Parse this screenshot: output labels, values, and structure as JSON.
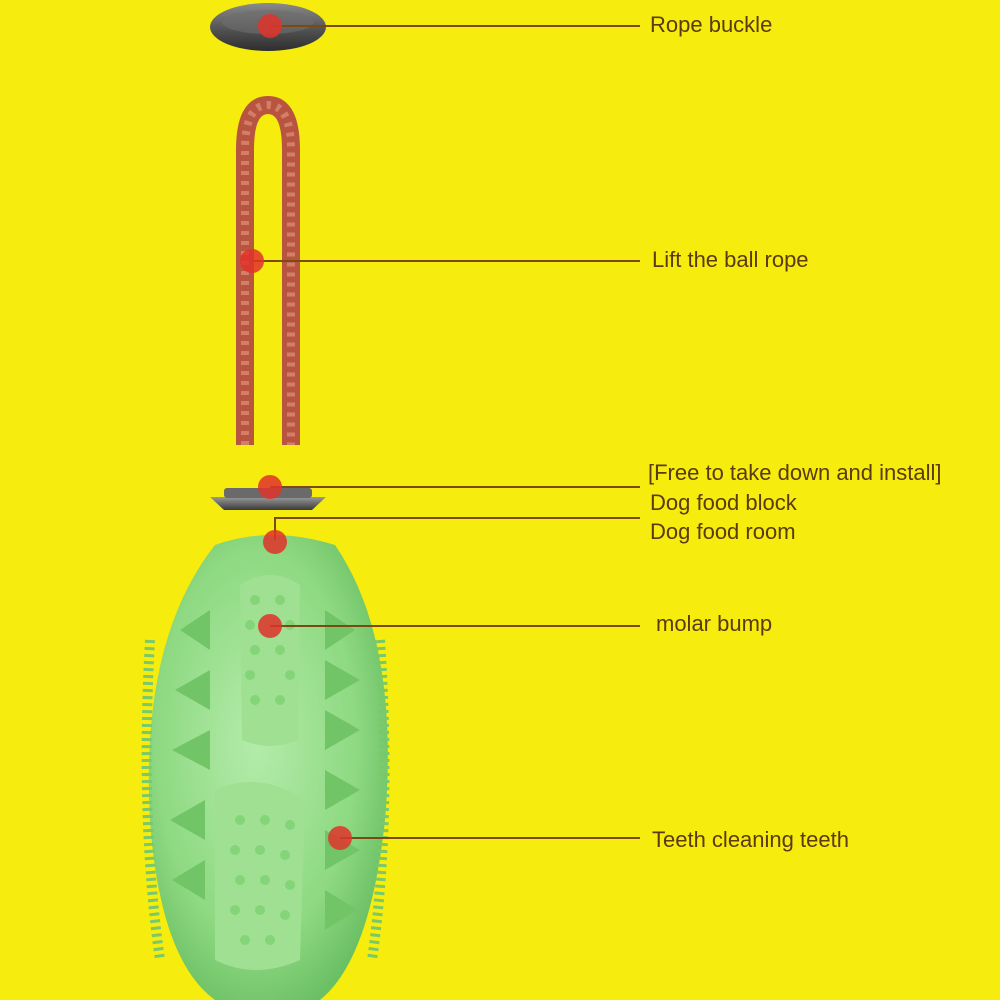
{
  "labels": {
    "rope_buckle": "Rope buckle",
    "lift_ball_rope": "Lift the ball rope",
    "free_install": "[Free to take down and install]",
    "dog_food_block": "Dog food block",
    "dog_food_room": "Dog food room",
    "molar_bump": "molar bump",
    "teeth_cleaning": "Teeth cleaning teeth"
  },
  "colors": {
    "background": "#f6ec0d",
    "label_text": "#5a3a10",
    "leader_line": "#7a4a10",
    "marker_dot": "#e0332b",
    "ball_green": "#8ed982",
    "rope": "#c8604a",
    "buckle_gray": "#5a5a5a"
  }
}
